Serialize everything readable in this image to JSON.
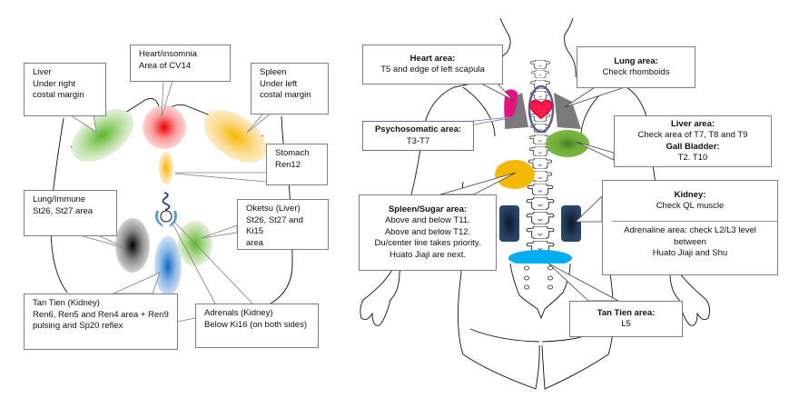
{
  "left_diagram": {
    "title": "Abdominal (Hara) reflex areas",
    "callouts": {
      "liver": {
        "lines": [
          "Liver",
          "Under right",
          "costal margin"
        ],
        "color": "#7cc45a"
      },
      "heart": {
        "lines": [
          "Heart/insomnia",
          "Area of CV14"
        ],
        "color": "#f02020"
      },
      "spleen": {
        "lines": [
          "Spleen",
          "Under left",
          "costal margin"
        ],
        "color": "#f5b800"
      },
      "stomach": {
        "lines": [
          "Stomach",
          "Ren12"
        ],
        "color": "#f5b800"
      },
      "lung": {
        "lines": [
          "Lung/Immune",
          "St26, St27 area"
        ],
        "color": "#111111"
      },
      "oketsu": {
        "lines": [
          "Oketsu (Liver)",
          "St26, St27 and Ki15",
          "area"
        ],
        "color": "#7cc45a"
      },
      "tantien": {
        "lines": [
          "Tan Tien (Kidney)",
          "Ren6, Ren5 and Ren4 area + Ren9",
          "pulsing and Sp20 reflex"
        ],
        "color": "#1a6fc9"
      },
      "adrenals": {
        "lines": [
          "Adrenals (Kidney)",
          "Below Ki16 (on both sides)"
        ],
        "color": "#5a9ad8"
      }
    }
  },
  "right_diagram": {
    "title": "Back reflex areas",
    "callouts": {
      "heart": {
        "title": "Heart area:",
        "lines": [
          "T5 and edge of left scapula"
        ],
        "color": "#e8127f"
      },
      "lung": {
        "title": "Lung area:",
        "lines": [
          "Check rhomboids"
        ],
        "color": "#6b6b6b"
      },
      "psychosomatic": {
        "title": "Psychosomatic area:",
        "lines": [
          "T3-T7"
        ],
        "color": "#5e5e96"
      },
      "liver": {
        "title": "Liver area:",
        "lines": [
          "Check area of T7, T8 and T9"
        ],
        "title2": "Gall Bladder:",
        "lines2": [
          "T2. T10"
        ],
        "color": "#6fac3a"
      },
      "spleen": {
        "title": "Spleen/Sugar area:",
        "lines": [
          "Above and below T11.",
          "Above and below T12.",
          "Du/center line takes priority.",
          "Huato Jiaji are next."
        ],
        "color": "#f5b800"
      },
      "kidney": {
        "title": "Kidney:",
        "lines": [
          "Check QL muscle"
        ],
        "lines2": [
          "Adrenaline area: check L2/L3 level",
          "between",
          "Huato Jiaji and Shu"
        ],
        "color": "#1c3553"
      },
      "tantien": {
        "title": "Tan Tien area:",
        "lines": [
          "L5"
        ],
        "color": "#00aeef"
      }
    },
    "heart_icon_color": "#ff1a4a"
  }
}
